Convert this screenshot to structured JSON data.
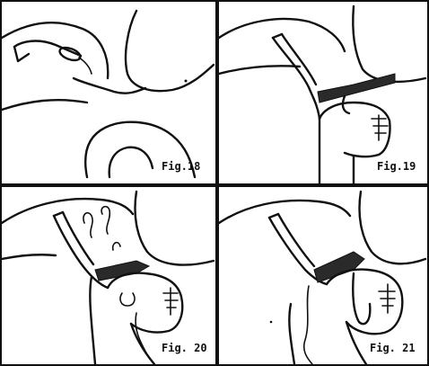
{
  "figures": [
    {
      "caption": "Fig.18"
    },
    {
      "caption": "Fig.19"
    },
    {
      "caption": "Fig. 20"
    },
    {
      "caption": "Fig. 21"
    }
  ],
  "colors": {
    "ink": "#111111",
    "paper": "#ffffff"
  }
}
